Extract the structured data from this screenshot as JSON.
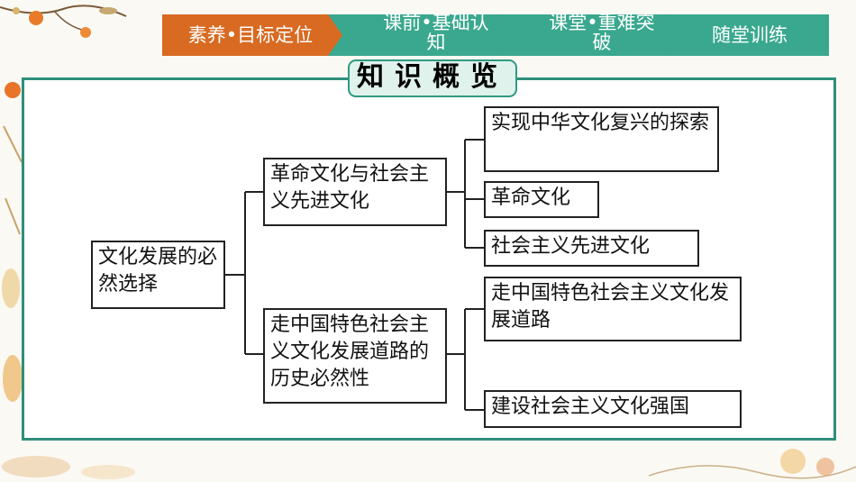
{
  "nav": {
    "tabs": [
      {
        "label": "素养•目标定位",
        "color": "#d86a22"
      },
      {
        "label": "课前•基础认知",
        "color": "#3aa88e"
      },
      {
        "label": "课堂•重难突破",
        "color": "#3aa88e"
      },
      {
        "label": "随堂训练",
        "color": "#3aa88e"
      }
    ]
  },
  "overview": {
    "title": "知识概览"
  },
  "mindmap": {
    "root": "文化发展的必然选择",
    "branch1": {
      "label": "革命文化与社会主义先进文化",
      "leaves": [
        "实现中华文化复兴的探索",
        "革命文化",
        "社会主义先进文化"
      ]
    },
    "branch2": {
      "label": "走中国特色社会主义文化发展道路的历史必然性",
      "leaves": [
        "走中国特色社会主义文化发展道路",
        "建设社会主义文化强国"
      ]
    }
  },
  "colors": {
    "accent": "#d86a22",
    "teal": "#3aa88e",
    "frame": "#2e8f7b"
  }
}
